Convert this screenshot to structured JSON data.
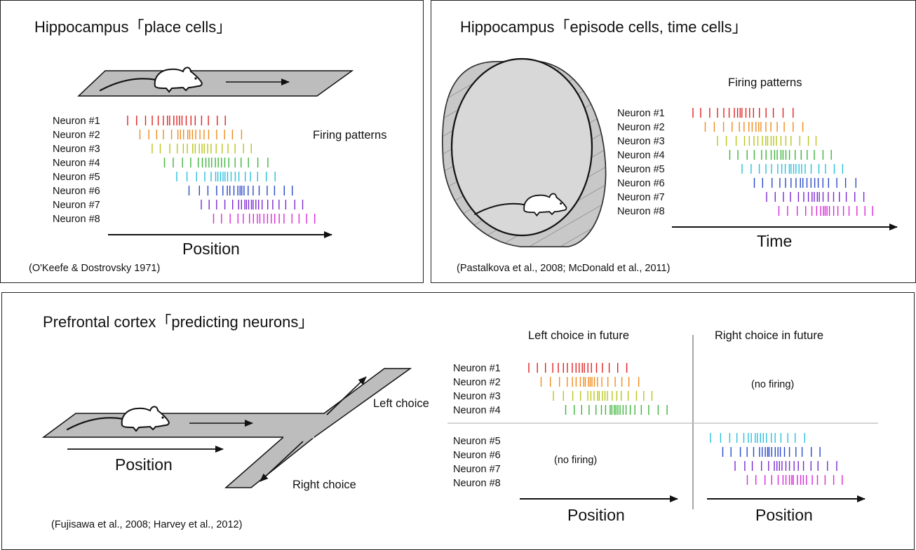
{
  "panel_place": {
    "title": "Hippocampus「place cells」",
    "firing_label": "Firing patterns",
    "axis_label": "Position",
    "citation": "(O'Keefe & Dostrovsky 1971)"
  },
  "panel_episode": {
    "title": "Hippocampus「episode cells, time cells」",
    "firing_label": "Firing patterns",
    "axis_label": "Time",
    "citation": "(Pastalkova et al., 2008; McDonald et al., 2011)"
  },
  "panel_prefrontal": {
    "title": "Prefrontal cortex「predicting neurons」",
    "left_heading": "Left choice in future",
    "right_heading": "Right choice in future",
    "no_firing_label": "(no firing)",
    "left_choice_label": "Left choice",
    "right_choice_label": "Right choice",
    "position_label": "Position",
    "axis_label": "Position",
    "citation": "(Fujisawa et al., 2008; Harvey et al., 2012)"
  },
  "neurons": [
    "Neuron #1",
    "Neuron #2",
    "Neuron #3",
    "Neuron #4",
    "Neuron #5",
    "Neuron #6",
    "Neuron #7",
    "Neuron #8"
  ],
  "colors": [
    "#e02020",
    "#f08a1c",
    "#b8c51a",
    "#3cb43c",
    "#28c0dc",
    "#2848c8",
    "#7a28d0",
    "#d828d8"
  ]
}
